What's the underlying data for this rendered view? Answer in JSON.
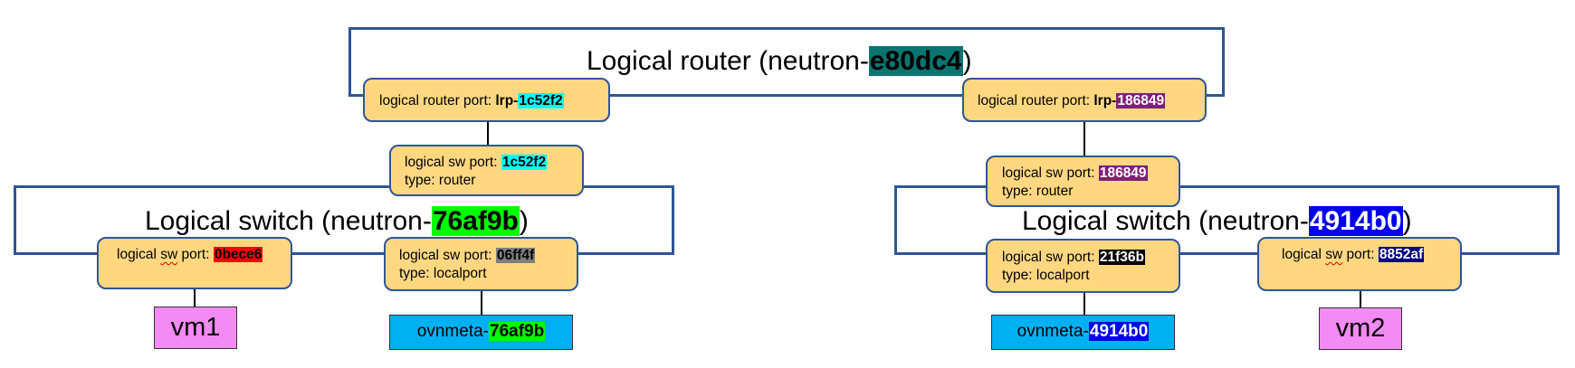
{
  "router": {
    "title_prefix": "Logical router (neutron-",
    "id": "e80dc4",
    "title_suffix": ")",
    "id_bg": "#0a7470",
    "id_fg": "#000000"
  },
  "router_ports": [
    {
      "label": "logical router port: ",
      "bold_prefix": "lrp-",
      "id": "1c52f2",
      "id_bg": "#00ffff",
      "id_fg": "#000000"
    },
    {
      "label": "logical router port: ",
      "bold_prefix": "lrp-",
      "id": "186849",
      "id_bg": "#7f1f7f",
      "id_fg": "#ffffff"
    }
  ],
  "switches": [
    {
      "title_prefix": "Logical switch (neutron-",
      "id": "76af9b",
      "title_suffix": ")",
      "id_bg": "#00ff00",
      "id_fg": "#000000",
      "router_port": {
        "label": "logical sw port: ",
        "id": "1c52f2",
        "type": "type: router",
        "id_bg": "#00ffff",
        "id_fg": "#000000"
      },
      "vm_port": {
        "label_a": "logical ",
        "label_sw": "sw",
        "label_b": " port: ",
        "id": "0bece6",
        "id_bg": "#ff0000",
        "id_fg": "#000000"
      },
      "localport": {
        "label": "logical sw port: ",
        "id": "06ff4f",
        "type": "type: localport",
        "id_bg": "#7f7f7f",
        "id_fg": "#000000"
      },
      "vm": "vm1",
      "ovnmeta": {
        "prefix": "ovnmeta-",
        "id": "76af9b",
        "id_bg": "#00ff00",
        "id_fg": "#000000"
      }
    },
    {
      "title_prefix": "Logical switch (neutron-",
      "id": "4914b0",
      "title_suffix": ")",
      "id_bg": "#0000ee",
      "id_fg": "#ffffff",
      "router_port": {
        "label": "logical sw port: ",
        "id": "186849",
        "type": "type: router",
        "id_bg": "#7f1f7f",
        "id_fg": "#ffffff"
      },
      "localport": {
        "label": "logical sw port: ",
        "id": "21f36b",
        "type": "type: localport",
        "id_bg": "#000000",
        "id_fg": "#ffffff"
      },
      "vm_port": {
        "label_a": "logical ",
        "label_sw": "sw",
        "label_b": " port: ",
        "id": "8852af",
        "id_bg": "#000080",
        "id_fg": "#ffffff"
      },
      "vm": "vm2",
      "ovnmeta": {
        "prefix": "ovnmeta-",
        "id": "4914b0",
        "id_bg": "#0000ee",
        "id_fg": "#ffffff"
      }
    }
  ]
}
